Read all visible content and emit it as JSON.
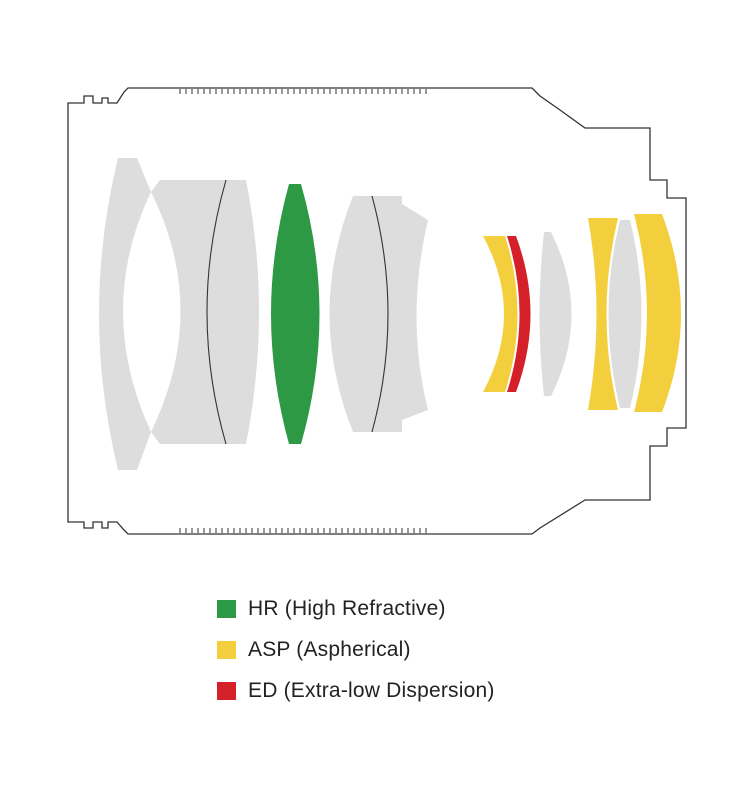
{
  "colors": {
    "background": "#ffffff",
    "outline": "#333333",
    "glass": "#dddddd",
    "hr": "#2e9945",
    "asp": "#f4cf3d",
    "ed": "#d42029"
  },
  "legend": {
    "items": [
      {
        "key": "hr",
        "label": "HR (High Refractive)"
      },
      {
        "key": "asp",
        "label": "ASP (Aspherical)"
      },
      {
        "key": "ed",
        "label": "ED (Extra-low Dispersion)"
      }
    ]
  }
}
